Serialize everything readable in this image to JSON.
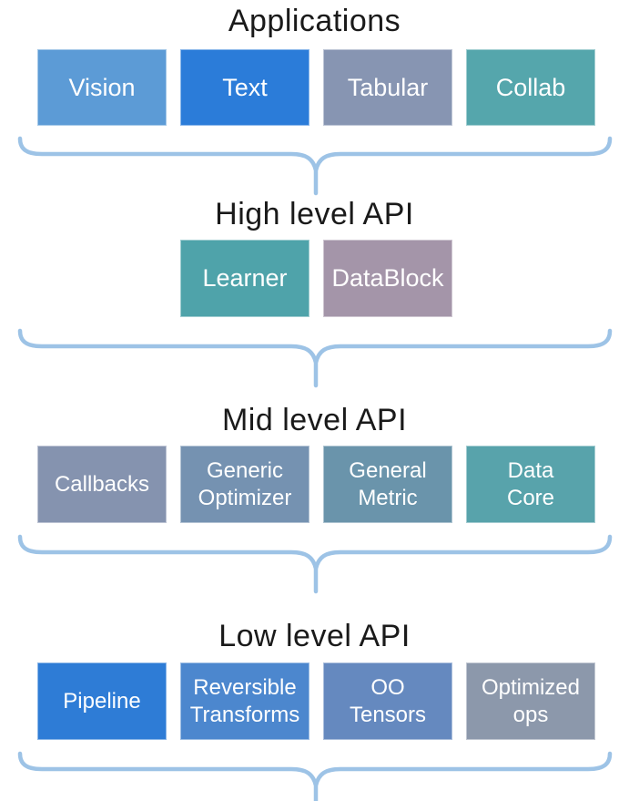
{
  "page": {
    "background": "#FFFFFF"
  },
  "colors": {
    "title_text": "#1A1A1A",
    "box_text": "#FFFFFF",
    "brace": "#9DC3E6"
  },
  "sections": [
    {
      "title": "Applications",
      "boxes": [
        {
          "label": "Vision",
          "color": "#5C9BD6"
        },
        {
          "label": "Text",
          "color": "#2B7CD9"
        },
        {
          "label": "Tabular",
          "color": "#8795B2"
        },
        {
          "label": "Collab",
          "color": "#55A6AC"
        }
      ]
    },
    {
      "title": "High level API",
      "boxes": [
        {
          "label": "Learner",
          "color": "#4FA3AA"
        },
        {
          "label": "DataBlock",
          "color": "#A495A9"
        }
      ]
    },
    {
      "title": "Mid level API",
      "boxes": [
        {
          "label": "Callbacks",
          "color": "#8593AF"
        },
        {
          "label": "Generic\nOptimizer",
          "color": "#7592B1"
        },
        {
          "label": "General\nMetric",
          "color": "#6A94AB"
        },
        {
          "label": "Data\nCore",
          "color": "#58A3AB"
        }
      ]
    },
    {
      "title": "Low level API",
      "boxes": [
        {
          "label": "Pipeline",
          "color": "#2E7CD6"
        },
        {
          "label": "Reversible\nTransforms",
          "color": "#4C87CE"
        },
        {
          "label": "OO\nTensors",
          "color": "#6589BF"
        },
        {
          "label": "Optimized\nops",
          "color": "#8C98AB"
        }
      ]
    }
  ]
}
